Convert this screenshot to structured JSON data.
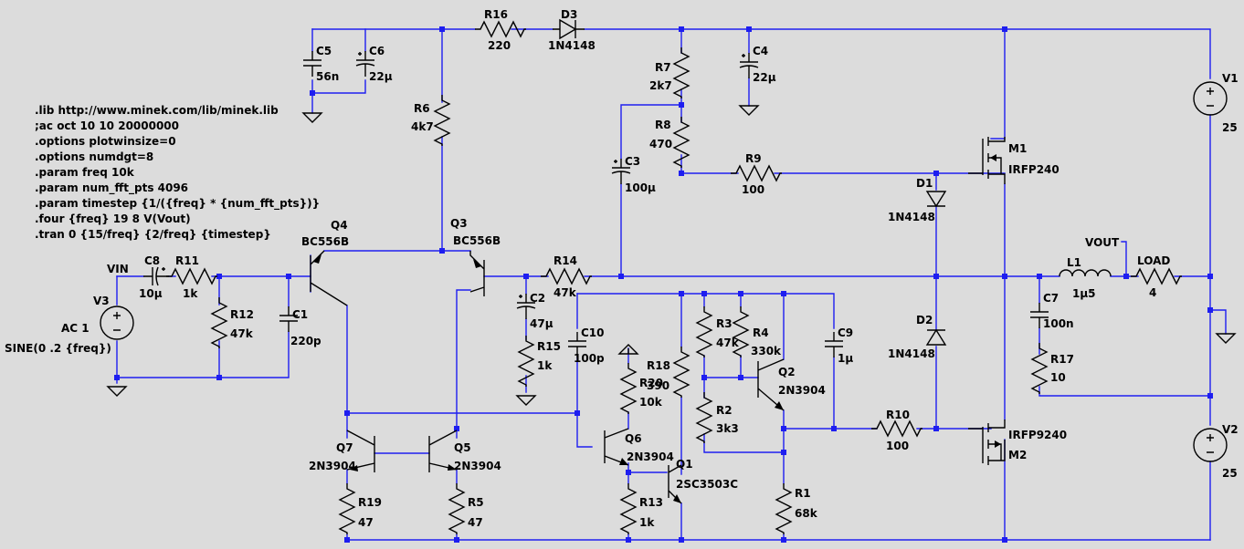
{
  "directives": [
    ".lib http://www.minek.com/lib/minek.lib",
    ";ac oct 10 10 20000000",
    ".options plotwinsize=0",
    ".options numdgt=8",
    ".param freq 10k",
    ".param num_fft_pts 4096",
    ".param timestep {1/({freq} * {num_fft_pts})}",
    ".four {freq} 19 8 V(Vout)",
    ".tran 0 {15/freq} {2/freq} {timestep}"
  ],
  "nets": {
    "vin": "VIN",
    "vout": "VOUT"
  },
  "components": {
    "C5": {
      "ref": "C5",
      "value": "56n"
    },
    "C6": {
      "ref": "C6",
      "value": "22µ"
    },
    "R16": {
      "ref": "R16",
      "value": "220"
    },
    "D3": {
      "ref": "D3",
      "value": "1N4148"
    },
    "R7": {
      "ref": "R7",
      "value": "2k7"
    },
    "C4": {
      "ref": "C4",
      "value": "22µ"
    },
    "R6": {
      "ref": "R6",
      "value": "4k7"
    },
    "R8": {
      "ref": "R8",
      "value": "470"
    },
    "C3": {
      "ref": "C3",
      "value": "100µ"
    },
    "R9": {
      "ref": "R9",
      "value": "100"
    },
    "M1": {
      "ref": "M1",
      "value": "IRFP240"
    },
    "D1": {
      "ref": "D1",
      "value": "1N4148"
    },
    "V1": {
      "ref": "V1",
      "value": "25"
    },
    "Q4": {
      "ref": "Q4",
      "value": "BC556B"
    },
    "Q3": {
      "ref": "Q3",
      "value": "BC556B"
    },
    "C8": {
      "ref": "C8",
      "value": "10µ"
    },
    "R11": {
      "ref": "R11",
      "value": "1k"
    },
    "V3": {
      "ref": "V3",
      "value": "AC 1",
      "value2": "SINE(0 .2 {freq})"
    },
    "R12": {
      "ref": "R12",
      "value": "47k"
    },
    "C1": {
      "ref": "C1",
      "value": "220p"
    },
    "R14": {
      "ref": "R14",
      "value": "47k"
    },
    "C2": {
      "ref": "C2",
      "value": "47µ"
    },
    "R15": {
      "ref": "R15",
      "value": "1k"
    },
    "C10": {
      "ref": "C10",
      "value": "100p"
    },
    "R3": {
      "ref": "R3",
      "value": "47k"
    },
    "R4": {
      "ref": "R4",
      "value": "330k"
    },
    "C9": {
      "ref": "C9",
      "value": "1µ"
    },
    "Q2": {
      "ref": "Q2",
      "value": "2N3904"
    },
    "R18": {
      "ref": "R18",
      "value": "390"
    },
    "R20": {
      "ref": "R20",
      "value": "10k"
    },
    "R2": {
      "ref": "R2",
      "value": "3k3"
    },
    "R10": {
      "ref": "R10",
      "value": "100"
    },
    "D2": {
      "ref": "D2",
      "value": "1N4148"
    },
    "M2": {
      "ref": "M2",
      "value": "IRFP9240"
    },
    "Q6": {
      "ref": "Q6",
      "value": "2N3904"
    },
    "Q1": {
      "ref": "Q1",
      "value": "2SC3503C"
    },
    "Q7": {
      "ref": "Q7",
      "value": "2N3904"
    },
    "Q5": {
      "ref": "Q5",
      "value": "2N3904"
    },
    "R19": {
      "ref": "R19",
      "value": "47"
    },
    "R5": {
      "ref": "R5",
      "value": "47"
    },
    "R13": {
      "ref": "R13",
      "value": "1k"
    },
    "R1": {
      "ref": "R1",
      "value": "68k"
    },
    "L1": {
      "ref": "L1",
      "value": "1µ5"
    },
    "LOAD": {
      "ref": "LOAD",
      "value": "4"
    },
    "C7": {
      "ref": "C7",
      "value": "100n"
    },
    "R17": {
      "ref": "R17",
      "value": "10"
    },
    "V2": {
      "ref": "V2",
      "value": "25"
    }
  }
}
